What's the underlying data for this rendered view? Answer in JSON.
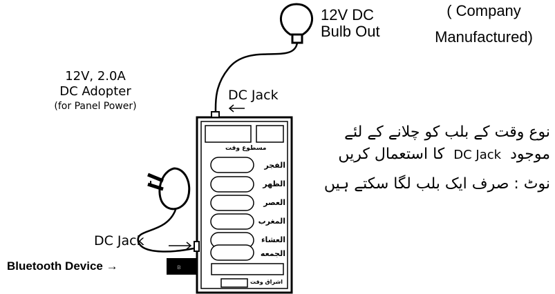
{
  "bulb": {
    "line1": "12V DC",
    "line2": "Bulb Out"
  },
  "company": {
    "line1": "( Company",
    "line2": "Manufactured)"
  },
  "adapter": {
    "line1": "12V, 2.0A",
    "line2": "DC Adopter",
    "line3": "(for Panel Power)"
  },
  "dc_jack_top": "DC Jack",
  "dc_jack_left": "DC Jack",
  "bluetooth": {
    "label": "Bluetooth Device",
    "arrow": "→"
  },
  "panel": {
    "header": "مسطوع وقت",
    "rows": [
      "الفجر",
      "الظهر",
      "العصر",
      "المغرب",
      "العشاء",
      "الجمعه"
    ],
    "footer": "اشراق وقت"
  },
  "note": {
    "line1": "نوع وقت کے بلب کو چلانے کے لئے",
    "line2_urdu": "موجود",
    "line2_latin": "DC Jack",
    "line2_urdu2": "کا استعمال کریں",
    "line3": "نوٹ : صرف ایک بلب لگا سکتے ہیں"
  }
}
